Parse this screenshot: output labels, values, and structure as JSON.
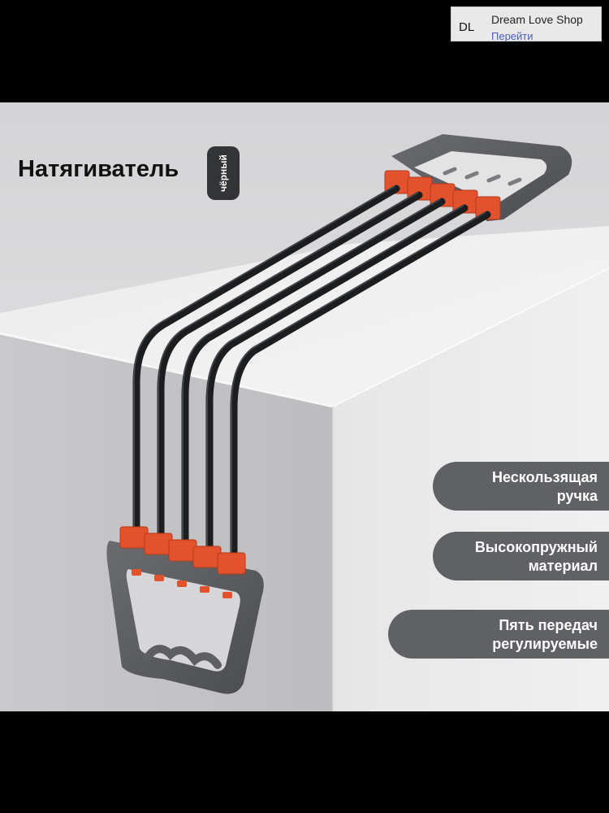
{
  "shop": {
    "logo_text": "DL",
    "name": "Dream Love Shop",
    "action_label": "Перейти"
  },
  "product": {
    "title": "Натягиватель",
    "color_label": "чёрный"
  },
  "features": [
    {
      "line1": "Нескользящая",
      "line2": "ручка"
    },
    {
      "line1": "Высокопружный",
      "line2": "материал"
    },
    {
      "line1": "Пять передач",
      "line2": "регулируемые"
    }
  ],
  "colors": {
    "page_background": "#000000",
    "accent_orange": "#e2532d",
    "handle_gray": "#5d5f62",
    "cord_black": "#1c1d1f"
  }
}
